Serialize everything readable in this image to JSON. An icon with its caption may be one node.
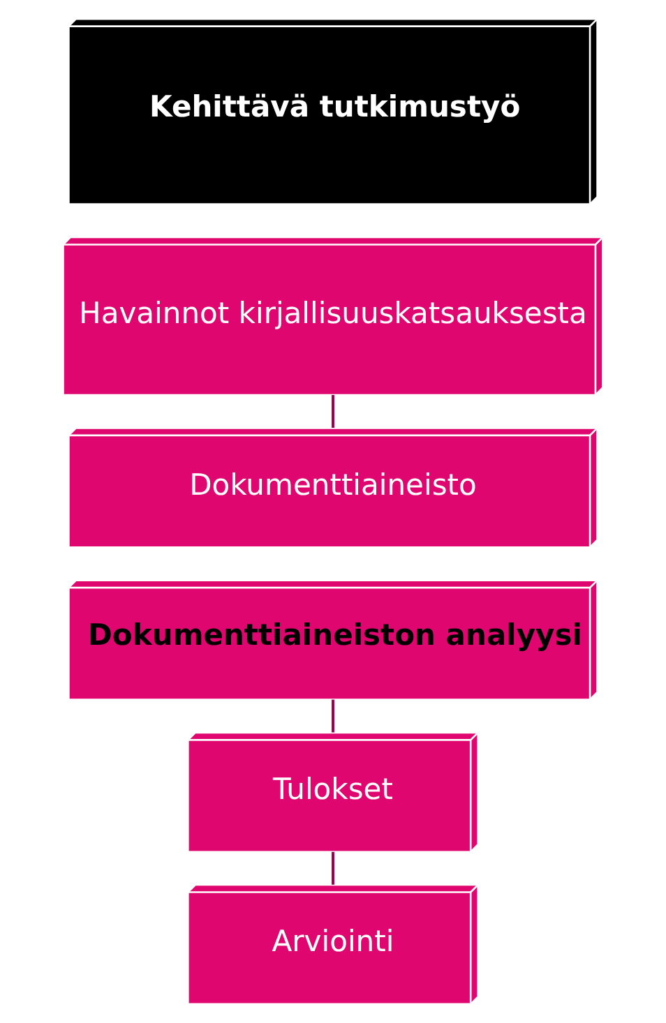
{
  "diagram": {
    "nodes": [
      {
        "text": [
          "Kehittävä tutkimustyö"
        ]
      },
      {
        "text": [
          "Havainnot kirjallisuuskatsauksesta"
        ]
      },
      {
        "text": [
          "Dokumenttiaineisto"
        ]
      },
      {
        "text": [
          "Dokumenttiaineiston analyysi"
        ]
      },
      {
        "text": [
          "Tulokset"
        ]
      },
      {
        "text": [
          "Arviointi"
        ]
      }
    ],
    "edges": [
      {
        "from": 1,
        "to": 2,
        "arrow": "none"
      },
      {
        "from": 3,
        "to": 4,
        "arrow": "none"
      },
      {
        "from": 4,
        "to": 5,
        "arrow": "none"
      }
    ]
  }
}
